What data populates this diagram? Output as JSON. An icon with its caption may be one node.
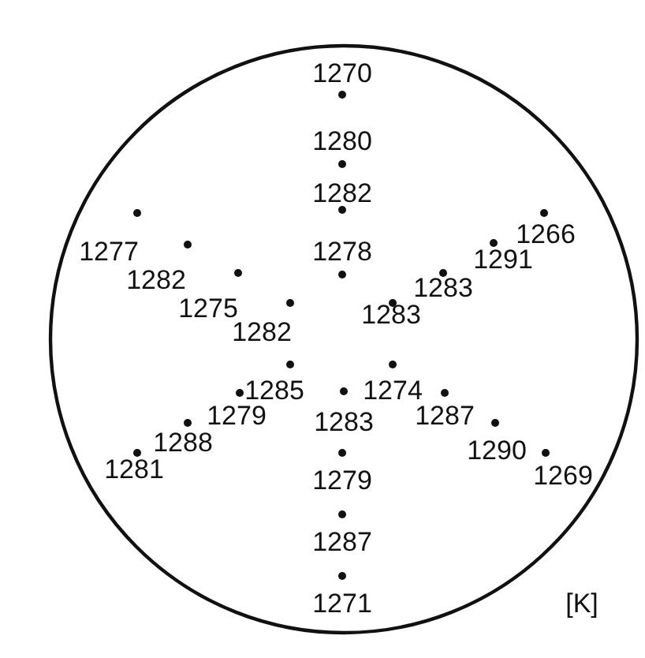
{
  "diagram": {
    "labels": [
      "1270",
      "1280",
      "1282",
      "1266",
      "1277",
      "1278",
      "1291",
      "1282",
      "1283",
      "1275",
      "1283",
      "1282",
      "1285",
      "1274",
      "1279",
      "1287",
      "1283",
      "1288",
      "1290",
      "1281",
      "1269",
      "1279",
      "1287",
      "1271",
      "[K]"
    ]
  }
}
